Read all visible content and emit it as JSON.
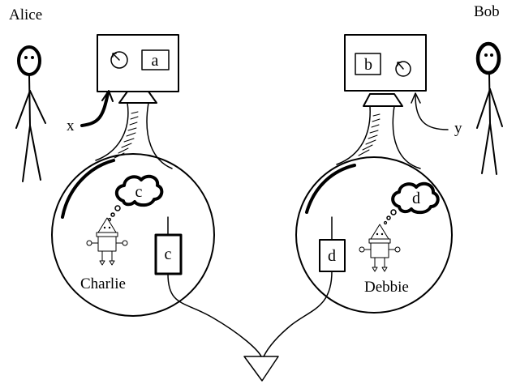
{
  "people": {
    "left_name": "Alice",
    "right_name": "Bob"
  },
  "inputs": {
    "left": "x",
    "right": "y"
  },
  "devices": {
    "left_display": "a",
    "right_display": "b"
  },
  "agents": {
    "left_name": "Charlie",
    "right_name": "Debbie",
    "left_thought": "c",
    "right_thought": "d",
    "left_box": "c",
    "right_box": "d"
  }
}
